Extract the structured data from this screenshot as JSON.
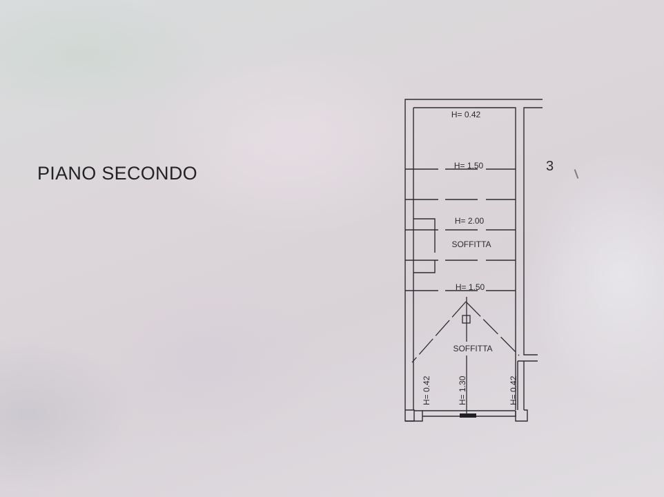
{
  "drawing": {
    "title": "PIANO SECONDO",
    "adjacent_room_number": "3",
    "line_color": "#2b2b30",
    "paper_color": "#dad6da"
  },
  "plan": {
    "height_labels": {
      "top": "H= 0.42",
      "band_1": "H= 1.50",
      "band_2": "H= 2.00",
      "band_3": "H= 1.50",
      "bottom_left": "H= 0.42",
      "bottom_center": "H= 1.30",
      "bottom_right": "H= 0.42"
    },
    "room_labels": {
      "upper_room": "SOFFITTA",
      "lower_room": "SOFFITTA"
    }
  }
}
